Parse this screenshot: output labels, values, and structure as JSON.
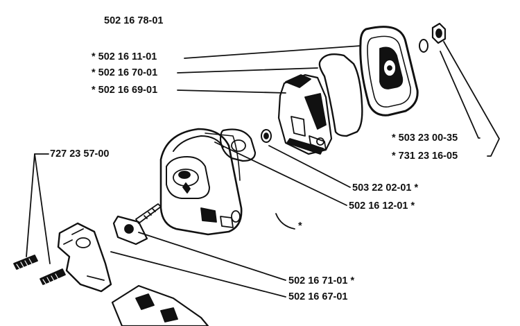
{
  "diagram": {
    "title": "502 16 78-01",
    "labels": {
      "p1": "* 502 16 11-01",
      "p2": "* 502 16 70-01",
      "p3": "* 502 16 69-01",
      "p4": "* 503 23 00-35",
      "p5": "* 731 23 16-05",
      "p6": "727 23 57-00",
      "p7": "503 22 02-01  *",
      "p8": "502 16 12-01  *",
      "p9": "*",
      "p10": "502 16 71-01  *",
      "p11": "502 16 67-01"
    }
  }
}
